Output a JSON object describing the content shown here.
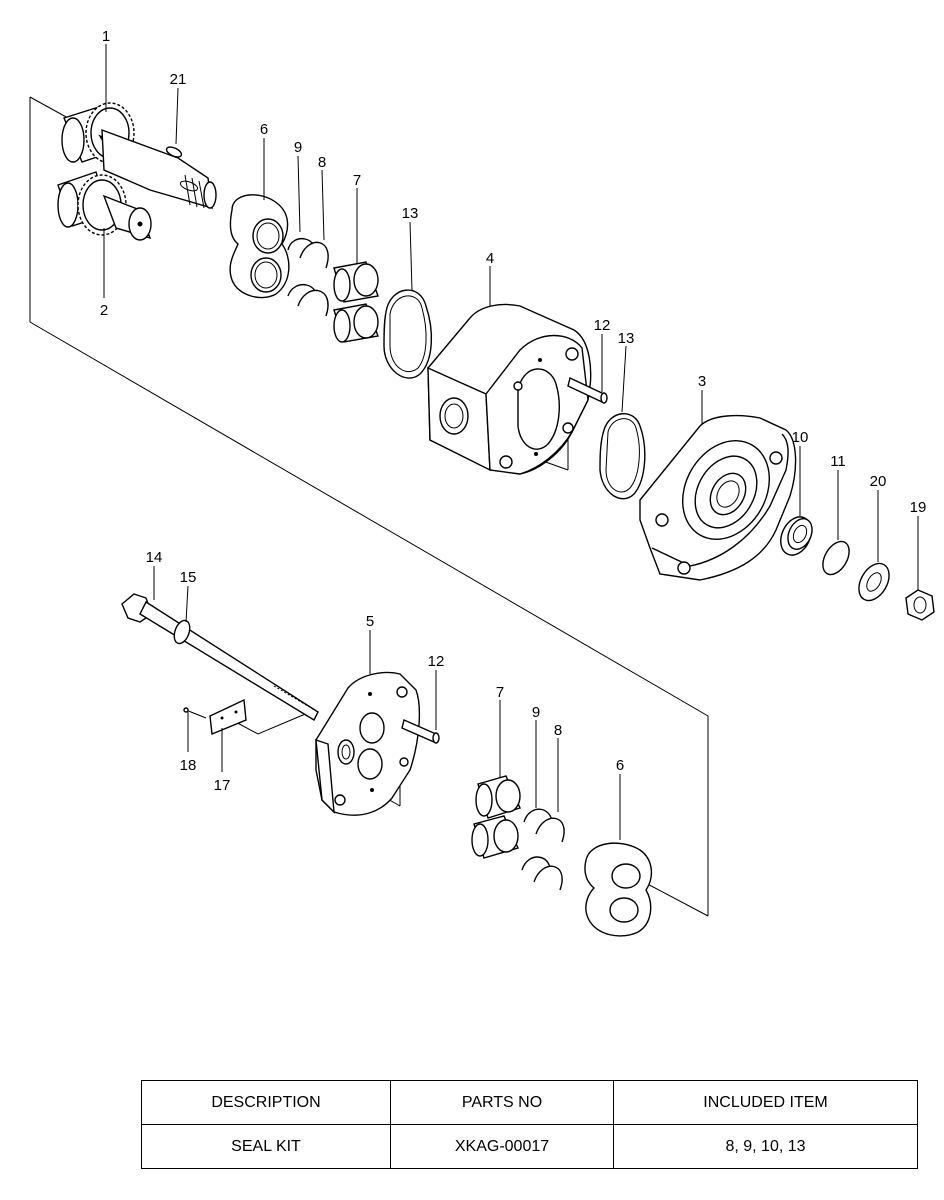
{
  "callouts": {
    "c1": "1",
    "c2": "2",
    "c3": "3",
    "c4": "4",
    "c5": "5",
    "c6a": "6",
    "c6b": "6",
    "c7a": "7",
    "c7b": "7",
    "c8a": "8",
    "c8b": "8",
    "c9a": "9",
    "c9b": "9",
    "c10": "10",
    "c11": "11",
    "c12a": "12",
    "c12b": "12",
    "c13a": "13",
    "c13b": "13",
    "c14": "14",
    "c15": "15",
    "c17": "17",
    "c18": "18",
    "c19": "19",
    "c20": "20",
    "c21": "21"
  },
  "table": {
    "headers": [
      "DESCRIPTION",
      "PARTS NO",
      "INCLUDED ITEM"
    ],
    "rows": [
      [
        "SEAL KIT",
        "XKAG-00017",
        "8, 9, 10, 13"
      ]
    ]
  }
}
